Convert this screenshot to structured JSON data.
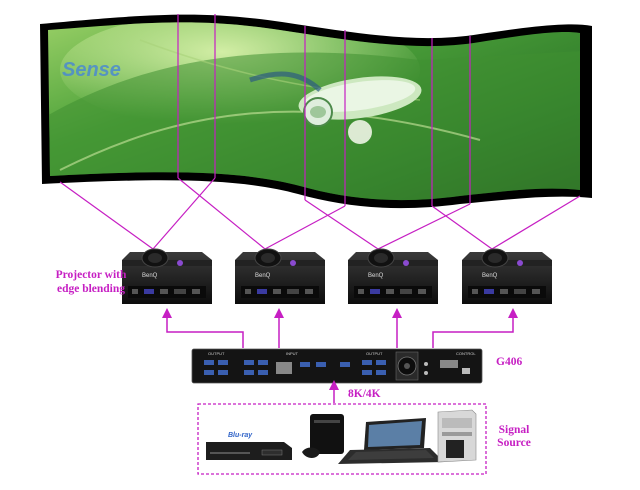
{
  "labels": {
    "projector_line1": "Projector with",
    "projector_line2": "edge blending",
    "switcher": "G406",
    "resolution": "8K/4K",
    "signal_line1": "Signal",
    "signal_line2": "Source"
  },
  "screen_image_text": "Sense",
  "projector_brand": "BenQ",
  "switcher_panel": {
    "output_left": "OUTPUT",
    "input": "INPUT",
    "output_right": "OUTPUT",
    "control": "CONTROL"
  },
  "bluray_logo": "Blu-ray",
  "colors": {
    "accent": "#c61fc3",
    "frame": "#111111",
    "device_dark": "#1b1b1b"
  },
  "icons": [
    "projector-icon",
    "blu-ray-player-icon",
    "game-console-icon",
    "laptop-icon",
    "desktop-pc-icon",
    "cooling-fan-icon"
  ]
}
